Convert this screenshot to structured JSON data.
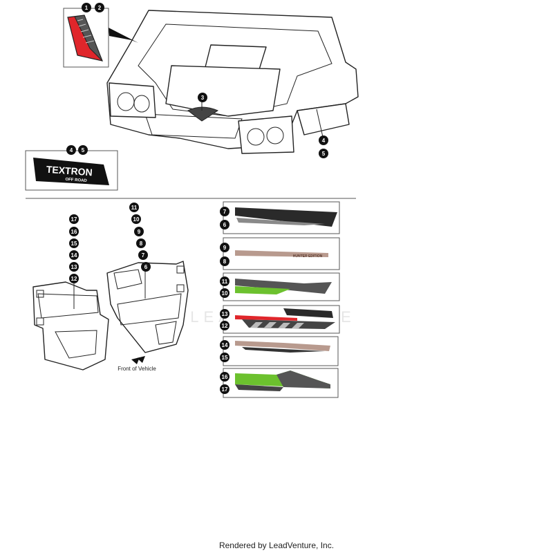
{
  "callouts": {
    "c1": "1",
    "c2": "2",
    "c3": "3",
    "c4": "4",
    "c5": "5",
    "c4b": "4",
    "c5b": "5",
    "d11": "11",
    "d10": "10",
    "d9": "9",
    "d8": "8",
    "d7": "7",
    "d6": "6",
    "d17": "17",
    "d16": "16",
    "d15": "15",
    "d14": "14",
    "d13": "13",
    "d12": "12",
    "s7": "7",
    "s6": "6",
    "s9": "9",
    "s8": "8",
    "s11": "11",
    "s10": "10",
    "s13": "13",
    "s12": "12",
    "s14": "14",
    "s15": "15",
    "s16": "16",
    "s17": "17"
  },
  "decal": {
    "brand": "TEXTRON",
    "sub": "OFF ROAD"
  },
  "stripe_label_9": "HUNTER EDITION",
  "front_label": "Front of Vehicle",
  "watermark": "LEADVENTURE",
  "footer": "Rendered by LeadVenture, Inc.",
  "colors": {
    "red": "#e0262b",
    "green": "#6cc12e",
    "tan": "#b89a8e",
    "dark": "#2a2a2a",
    "gray": "#8a8a8a"
  }
}
